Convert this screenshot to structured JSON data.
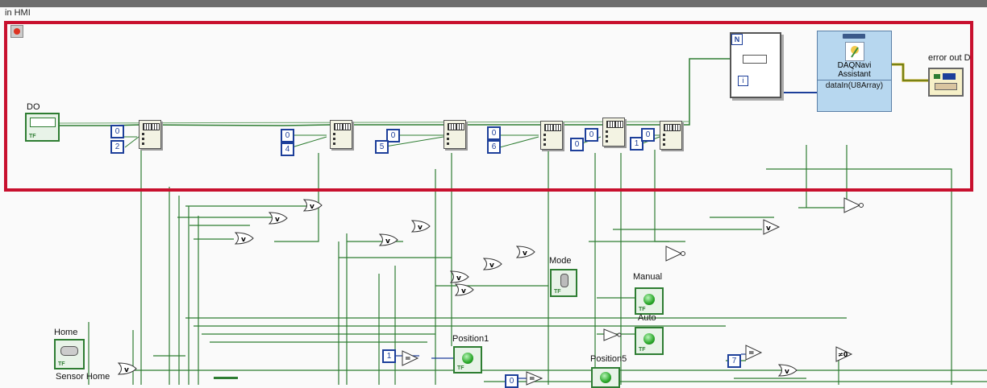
{
  "window": {
    "title": "in HMI"
  },
  "daq_assistant": {
    "header_label": "DAQNavi",
    "name_line1": "DAQNavi",
    "name_line2": "Assistant",
    "terminal": "dataIn(U8Array)"
  },
  "indicators": {
    "error_out": "error out D"
  },
  "loop": {
    "count_label": "N",
    "index_label": "i"
  },
  "controls": {
    "do": "DO",
    "home": "Home",
    "sensor_home": "Sensor Home",
    "mode": "Mode",
    "manual": "Manual",
    "auto": "Auto",
    "position1": "Position1",
    "position5": "Position5"
  },
  "constants": {
    "c1a": "0",
    "c1b": "2",
    "c2a": "0",
    "c2b": "4",
    "c3a": "0",
    "c3b": "5",
    "c4a": "0",
    "c4b": "6",
    "c5a": "0",
    "c5b": "0",
    "c6a": "0",
    "c6b": "1",
    "pos1_const": "1",
    "pos5_const": "0",
    "right_const": "7"
  },
  "gates": {
    "or_symbol": "v",
    "equal_symbol": "=",
    "not_equal_symbol": "≠0"
  },
  "colors": {
    "selection_box": "#c8102e",
    "wire_boolean": "#2e7d32",
    "wire_numeric": "#1d3f9a",
    "wire_error": "#b59a00"
  }
}
